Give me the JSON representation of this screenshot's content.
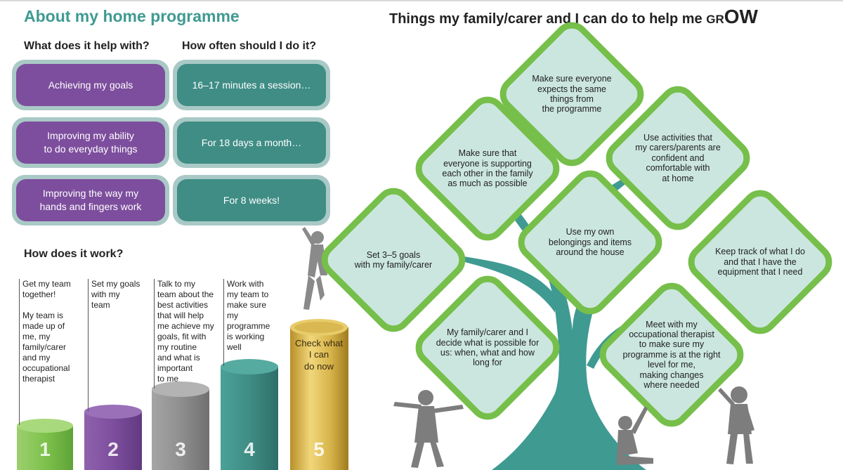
{
  "left": {
    "title": "About my home programme",
    "help_heading": "What does it help with?",
    "often_heading": "How often should I do it?",
    "help_items": [
      "Achieving my goals",
      "Improving my ability\nto do everyday things",
      "Improving the way my\nhands and fingers work"
    ],
    "often_items": [
      "16–17 minutes a session…",
      "For 18 days a month…",
      "For 8 weeks!"
    ],
    "how_heading": "How does it work?",
    "steps": [
      {
        "number": "1",
        "text": "Get my team\ntogether!\n\nMy team is\nmade up of\nme, my\nfamily/carer\nand my\noccupational\ntherapist"
      },
      {
        "number": "2",
        "text": "Set my goals\nwith my\nteam"
      },
      {
        "number": "3",
        "text": "Talk to my\nteam about the\nbest activities\nthat will help\nme achieve my\ngoals, fit with\nmy routine\nand what is\nimportant\nto me"
      },
      {
        "number": "4",
        "text": "Work with\nmy team to\nmake sure\nmy\nprogramme\nis working\nwell"
      },
      {
        "number": "5",
        "text": "Check what\nI can\ndo now"
      }
    ]
  },
  "right": {
    "title_main": "Things my family/carer and I can do to help me ",
    "title_gr": "GR",
    "title_ow": "OW",
    "diamonds": [
      "Make sure everyone\nexpects the same\nthings from\nthe programme",
      "Make sure that\neveryone is supporting\neach other in the family\nas much as possible",
      "Use activities that\nmy carers/parents are\nconfident and\ncomfortable with\nat home",
      "Set 3–5 goals\nwith my family/carer",
      "Use my own\nbelongings and items\naround the house",
      "Keep track of what I do\nand that I have the\nequipment that I need",
      "My family/carer and I\ndecide what is possible for\nus: when, what and how\nlong for",
      "Meet with my\noccupational therapist\nto make sure my\nprogramme is at the right\nlevel for me,\nmaking changes\nwhere needed"
    ]
  },
  "colors": {
    "teal": "#3f8d85",
    "purple": "#7d4e9d",
    "green": "#76bf4a",
    "gold": "#c9a43a"
  }
}
